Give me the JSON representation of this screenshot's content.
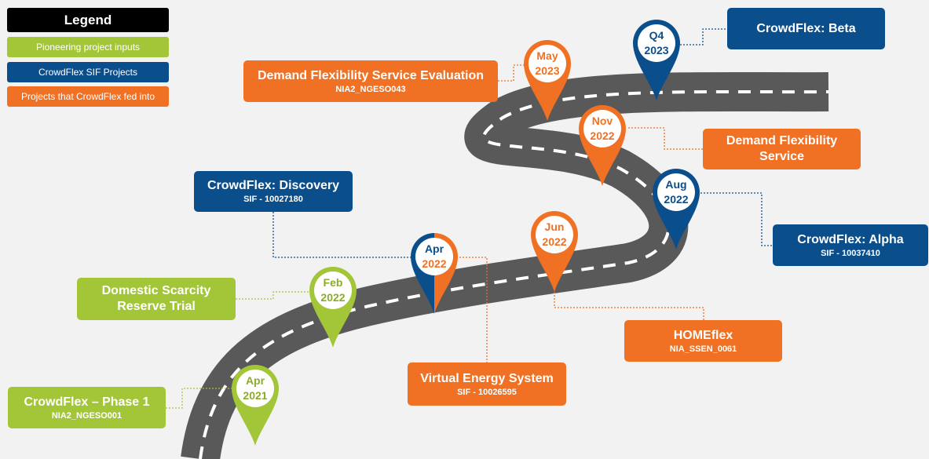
{
  "legend": {
    "title": "Legend",
    "items": [
      {
        "label": "Pioneering project inputs",
        "color": "#a3c639"
      },
      {
        "label": "CrowdFlex SIF Projects",
        "color": "#0a4e8c"
      },
      {
        "label": "Projects that CrowdFlex fed into",
        "color": "#f07123"
      }
    ]
  },
  "colors": {
    "green": "#a3c639",
    "blue": "#0a4e8c",
    "orange": "#f07123",
    "road": "#595959"
  },
  "milestones": [
    {
      "id": "phase1",
      "title": "CrowdFlex – Phase 1",
      "subtitle": "NIA2_NGESO001",
      "month": "Apr",
      "year": "2021",
      "category": "pioneering"
    },
    {
      "id": "dsrt",
      "title": "Domestic Scarcity Reserve Trial",
      "subtitle": "",
      "month": "Feb",
      "year": "2022",
      "category": "pioneering"
    },
    {
      "id": "discovery",
      "title": "CrowdFlex: Discovery",
      "subtitle": "SIF - 10027180",
      "month": "Apr",
      "year": "2022",
      "category": "crowdflex-sif"
    },
    {
      "id": "ves",
      "title": "Virtual Energy System",
      "subtitle": "SIF - 10026595",
      "month": "Apr",
      "year": "2022",
      "category": "fed-into"
    },
    {
      "id": "homeflex",
      "title": "HOMEflex",
      "subtitle": "NIA_SSEN_0061",
      "month": "Jun",
      "year": "2022",
      "category": "fed-into"
    },
    {
      "id": "alpha",
      "title": "CrowdFlex: Alpha",
      "subtitle": "SIF - 10037410",
      "month": "Aug",
      "year": "2022",
      "category": "crowdflex-sif"
    },
    {
      "id": "dfs",
      "title": "Demand Flexibility Service",
      "subtitle": "",
      "month": "Nov",
      "year": "2022",
      "category": "fed-into"
    },
    {
      "id": "dfse",
      "title": "Demand Flexibility Service Evaluation",
      "subtitle": "NIA2_NGESO043",
      "month": "May",
      "year": "2023",
      "category": "fed-into"
    },
    {
      "id": "beta",
      "title": "CrowdFlex: Beta",
      "subtitle": "",
      "month": "Q4",
      "year": "2023",
      "category": "crowdflex-sif"
    }
  ]
}
